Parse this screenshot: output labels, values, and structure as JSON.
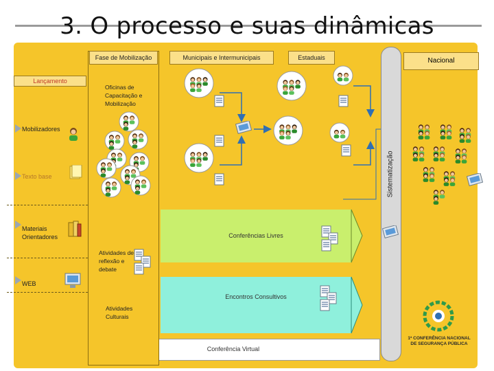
{
  "title": "3. O processo e suas dinâmicas",
  "headers": {
    "fase": "Fase de Mobilização",
    "municipais": "Municipais e Intermunicipais",
    "estaduais": "Estaduais",
    "nacional": "Nacional"
  },
  "side_labels": {
    "lancamento": "Lançamento",
    "mobilizadores": "Mobilizadores",
    "texto_base": "Texto base",
    "materiais": "Materiais Orientadores",
    "web": "WEB"
  },
  "oficinas": "Oficinas de Capacitação e Mobilização",
  "sistematizacao": "Sistematização",
  "conferencias_livres": "Conferências Livres",
  "encontros": "Encontros Consultivos",
  "conferencia_virtual": "Conferência Virtual",
  "atividades_reflexao": "Atividades de reflexão e debate",
  "atividades_culturais": "Atividades Culturais",
  "logo": {
    "line1": "1ª CONFERÊNCIA NACIONAL",
    "line2": "DE SEGURANÇA PÚBLICA"
  },
  "colors": {
    "board": "#f5c52a",
    "header": "#fbe08a",
    "green_band": "#c9ef6d",
    "cyan_band": "#8ff0dc",
    "arrow": "#2f6fb3"
  },
  "icons": [
    "people-group-icon",
    "document-icon",
    "computer-icon",
    "books-icon",
    "arrow-icon"
  ]
}
